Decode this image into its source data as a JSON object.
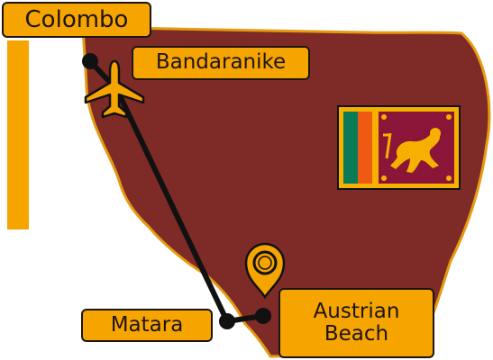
{
  "map": {
    "labels": {
      "colombo": "Colombo",
      "bandaranike": "Bandaranike",
      "matara": "Matara",
      "austrian_line1": "Austrian",
      "austrian_line2": "Beach"
    },
    "colors": {
      "land": "#7e2b27",
      "coast": "#e69a10",
      "label_fill": "#f6a400",
      "route": "#111111",
      "flag_border": "#f6a400",
      "flag_green": "#0b7a57",
      "flag_orange": "#ef5a13",
      "flag_maroon": "#8a1538",
      "flag_gold": "#f6b100"
    },
    "icons": [
      "airplane-icon",
      "location-pin-icon",
      "sri-lanka-flag-icon"
    ]
  }
}
